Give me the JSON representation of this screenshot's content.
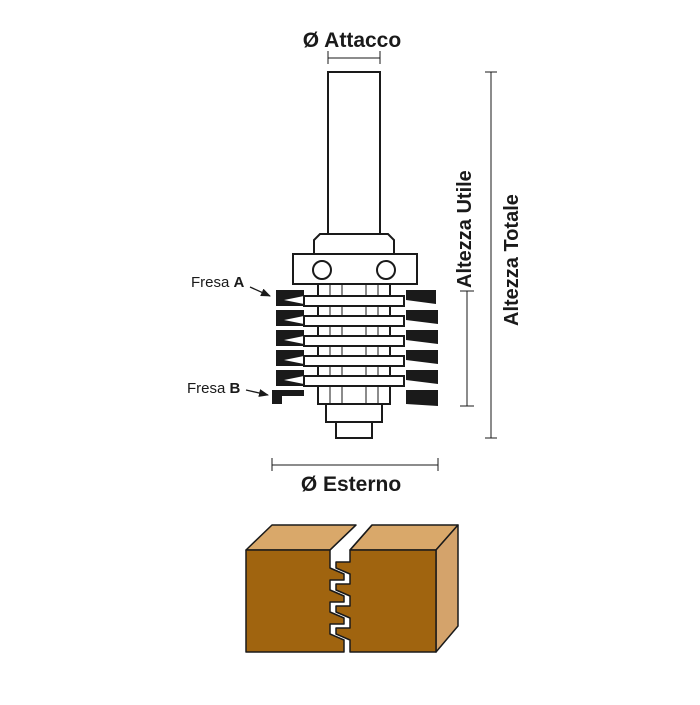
{
  "labels": {
    "shank_diameter": "Ø Attacco",
    "outer_diameter": "Ø Esterno",
    "useful_height": "Altezza Utile",
    "total_height": "Altezza Totale",
    "cutter_a_prefix": "Fresa",
    "cutter_a_letter": "A",
    "cutter_b_prefix": "Fresa",
    "cutter_b_letter": "B"
  },
  "colors": {
    "ink": "#1a1a1a",
    "wood_face": "#a0640f",
    "wood_top": "#d9a86a",
    "wood_side": "#d4a36b"
  },
  "icons": {
    "arrow_a": "arrow-right-icon",
    "arrow_b": "arrow-right-icon"
  }
}
